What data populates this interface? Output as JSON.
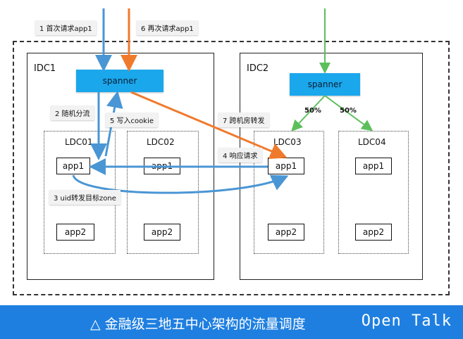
{
  "colors": {
    "blue_flow": "#4a96d4",
    "orange_flow": "#f07a2c",
    "green_flow": "#5cbf5c",
    "spanner": "#1aa7ec",
    "banner": "#1f7fe0"
  },
  "idc1": {
    "label": "IDC1",
    "spanner": "spanner",
    "ldc01": {
      "label": "LDC01",
      "app1": "app1",
      "app2": "app2"
    },
    "ldc02": {
      "label": "LDC02",
      "app1": "app1",
      "app2": "app2"
    }
  },
  "idc2": {
    "label": "IDC2",
    "spanner": "spanner",
    "split_left": "50%",
    "split_right": "50%",
    "ldc03": {
      "label": "LDC03",
      "app1": "app1",
      "app2": "app2"
    },
    "ldc04": {
      "label": "LDC04",
      "app1": "app1",
      "app2": "app2"
    }
  },
  "steps": {
    "s1": "1 首次请求app1",
    "s6": "6 再次请求app1",
    "s2": "2 随机分流",
    "s5": "5 写入cookie",
    "s7": "7 跨机房转发",
    "s4": "4 响应请求",
    "s3": "3 uid转发目标zone"
  },
  "banner": {
    "icon": "triangle-icon",
    "title": "△ 金融级三地五中心架构的流量调度",
    "brand": "Open Talk"
  }
}
